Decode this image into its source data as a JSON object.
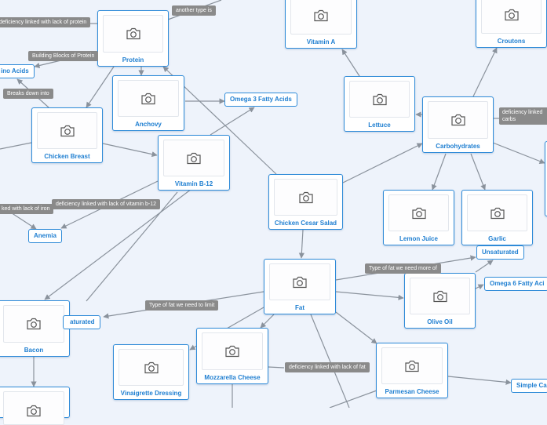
{
  "colors": {
    "background": "#eef3fb",
    "node_border": "#2f8bd8",
    "node_text": "#1f7fd1",
    "link": "#8a929c",
    "tag_bg": "#8a8a8a"
  },
  "icons": {
    "photo_placeholder": "camera-icon"
  },
  "nodes": {
    "protein": "Protein",
    "anchovy": "Anchovy",
    "chicken_breast": "Chicken Breast",
    "vitamin_b12": "Vitamin B-12",
    "vitamin_a": "Vitamin A",
    "croutons": "Croutons",
    "lettuce": "Lettuce",
    "carbohydrates": "Carbohydrates",
    "chicken_cesar_salad": "Chicken Cesar Salad",
    "lemon_juice": "Lemon Juice",
    "garlic": "Garlic",
    "fat": "Fat",
    "olive_oil": "Olive Oil",
    "bacon": "Bacon",
    "vinaigrette": "Vinaigrette Dressing",
    "mozzarella": "Mozzarella Cheese",
    "parmesan": "Parmesan Cheese",
    "amino_acids": "ino Acids",
    "omega3": "Omega 3 Fatty Acids",
    "anemia": "Anemia",
    "saturated": "aturated",
    "unsaturated": "Unsaturated",
    "omega6": "Omega 6 Fatty Aci",
    "simple_carbs": "Simple Ca"
  },
  "tags": {
    "protein_deficiency": "deficiency linked with lack of protein",
    "another_type": "another type is",
    "building_blocks": "Building Blocks of Protein",
    "breaks_down": "Breaks down into",
    "b12_deficiency": "deficiency linked with lack of vitamin b-12",
    "iron_deficiency": "ked with lack of iron",
    "limit_fat": "Type of fat we need to limit",
    "more_fat": "Type of fat we need more of",
    "fat_deficiency": "deficiency linked with lack of fat",
    "carbs_deficiency": "deficiency linked\ncarbs"
  }
}
